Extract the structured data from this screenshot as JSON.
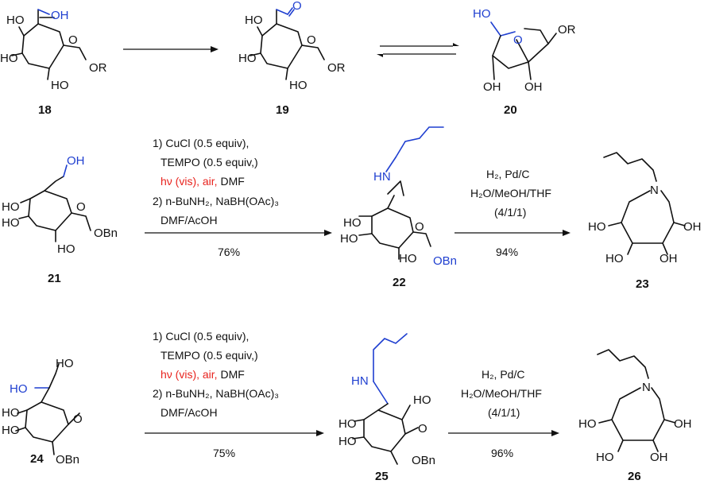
{
  "compounds": {
    "c18": "18",
    "c19": "19",
    "c20": "20",
    "c21": "21",
    "c22": "22",
    "c23": "23",
    "c24": "24",
    "c25": "25",
    "c26": "26"
  },
  "atoms": {
    "OH": "OH",
    "HO": "HO",
    "OR": "OR",
    "O": "O",
    "N": "N",
    "HN": "HN",
    "OBn": "OBn"
  },
  "reaction2": {
    "step1a": "1) CuCl (0.5 equiv),",
    "step1b": "TEMPO (0.5 equiv,)",
    "step1c_hv": "hν (vis), air,",
    "step1c_dmf": " DMF",
    "step2a": "2) n-BuNH₂, NaBH(OAc)₃",
    "step2b": "DMF/AcOH",
    "yield": "76%"
  },
  "reaction3": {
    "cond1": "H₂, Pd/C",
    "cond2": "H₂O/MeOH/THF",
    "cond3": "(4/1/1)",
    "yield": "94%"
  },
  "reaction4": {
    "step1a": "1) CuCl (0.5 equiv),",
    "step1b": "TEMPO (0.5 equiv,)",
    "step1c_hv": "hν (vis), air,",
    "step1c_dmf": " DMF",
    "step2a": "2) n-BuNH₂, NaBH(OAc)₃",
    "step2b": "DMF/AcOH",
    "yield": "75%"
  },
  "reaction5": {
    "cond1": "H₂, Pd/C",
    "cond2": "H₂O/MeOH/THF",
    "cond3": "(4/1/1)",
    "yield": "96%"
  },
  "colors": {
    "highlight_red": "#e8231e",
    "highlight_blue": "#1f3fd0",
    "ink": "#111111"
  }
}
